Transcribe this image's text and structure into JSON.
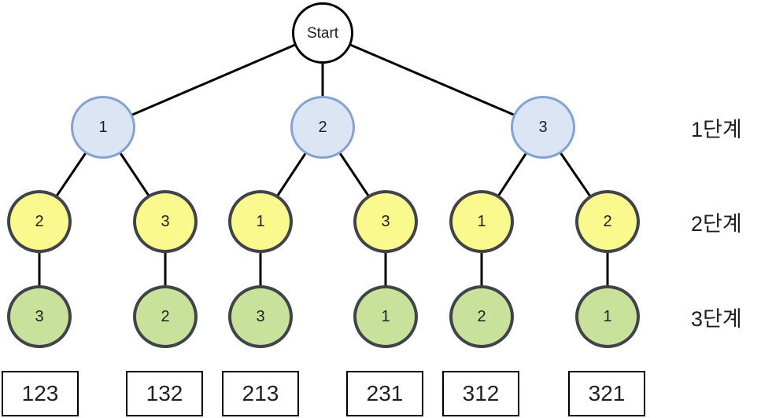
{
  "diagram": {
    "title_implied": "permutation tree of 1,2,3",
    "root_label": "Start",
    "level1": [
      "1",
      "2",
      "3"
    ],
    "level2": [
      "2",
      "3",
      "1",
      "3",
      "1",
      "2"
    ],
    "level3": [
      "3",
      "2",
      "3",
      "1",
      "2",
      "1"
    ],
    "stages": [
      "1단계",
      "2단계",
      "3단계"
    ],
    "results": [
      "123",
      "132",
      "213",
      "231",
      "312",
      "321"
    ]
  },
  "colors": {
    "level1_fill": "#dce5f3",
    "level1_stroke": "#85a3d1",
    "level2_fill": "#faf98e",
    "level3_fill": "#c8e19b",
    "dark_stroke": "#404449",
    "edge": "#000000",
    "background": "#ffffff"
  }
}
